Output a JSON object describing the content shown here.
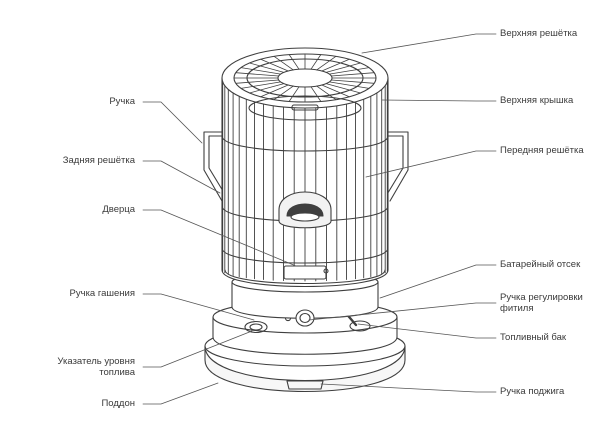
{
  "diagram": {
    "labels_left": [
      {
        "id": "handle",
        "text": "Ручка"
      },
      {
        "id": "rear_grille",
        "text": "Задняя решётка"
      },
      {
        "id": "door",
        "text": "Дверца"
      },
      {
        "id": "extinguish_knob",
        "text": "Ручка гашения"
      },
      {
        "id": "fuel_gauge",
        "text": "Указатель уровня топлива"
      },
      {
        "id": "tray",
        "text": "Поддон"
      }
    ],
    "labels_right": [
      {
        "id": "top_grille",
        "text": "Верхняя решётка"
      },
      {
        "id": "top_cover",
        "text": "Верхняя крышка"
      },
      {
        "id": "front_grille",
        "text": "Передняя решётка"
      },
      {
        "id": "battery",
        "text": "Батарейный отсек"
      },
      {
        "id": "wick_knob",
        "text": "Ручка регулировки фитиля"
      },
      {
        "id": "fuel_tank",
        "text": "Топливный бак"
      },
      {
        "id": "ignition_knob",
        "text": "Ручка поджига"
      }
    ]
  }
}
